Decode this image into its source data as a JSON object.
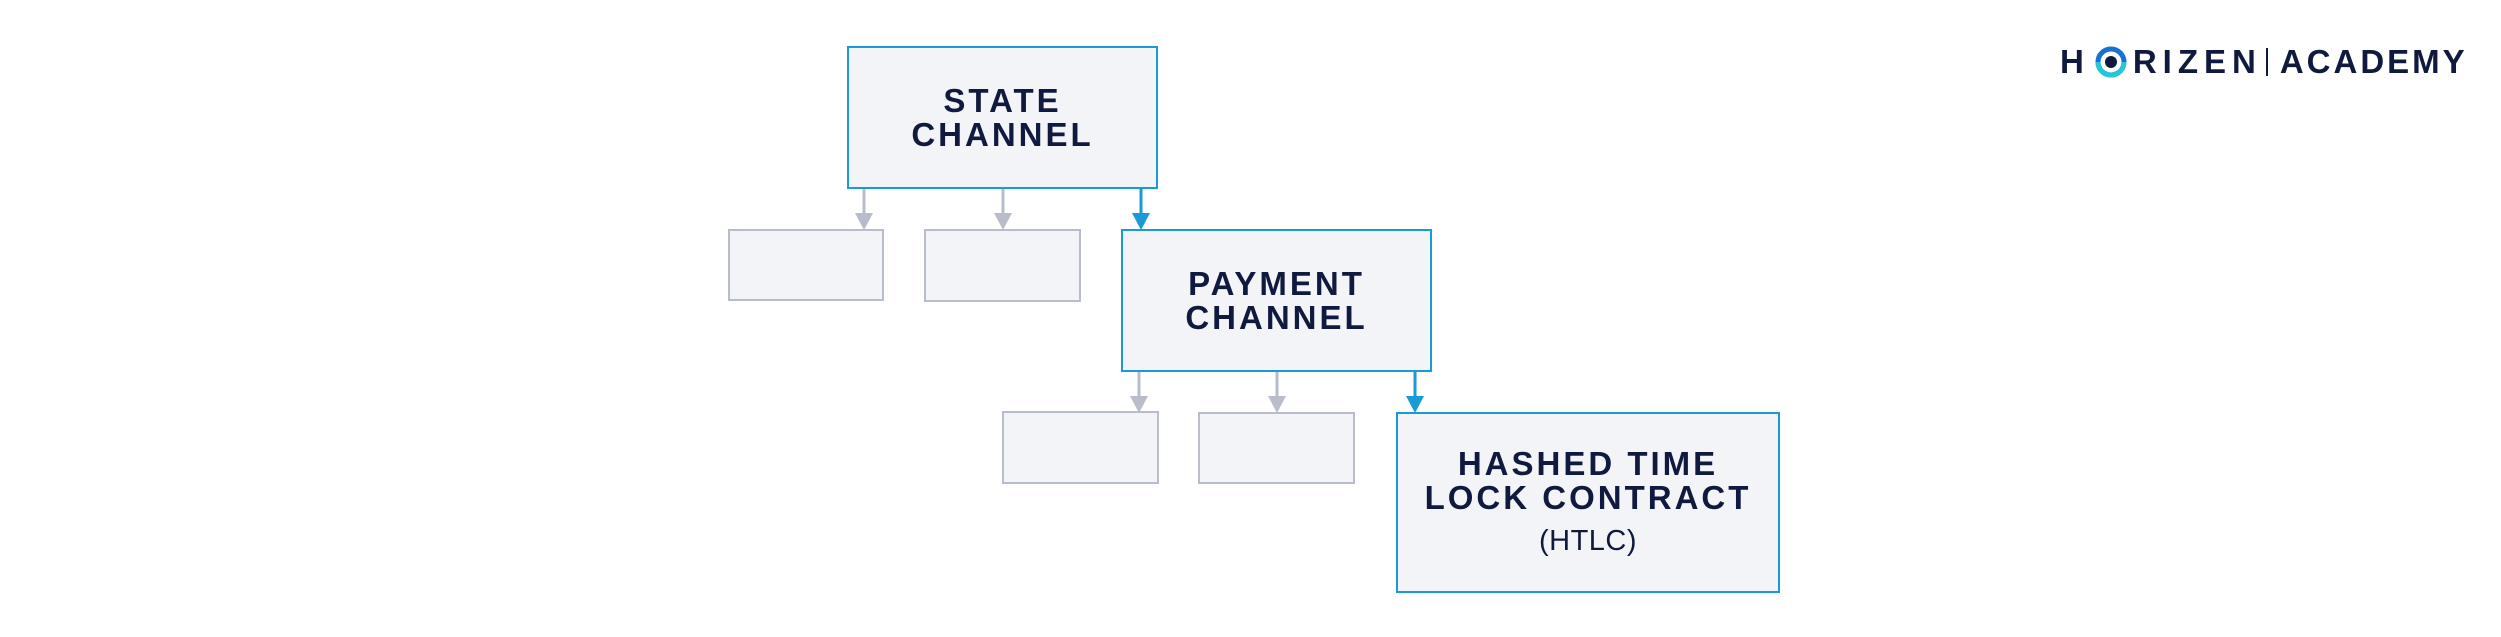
{
  "logo": {
    "brand_letter_1": "H",
    "brand_rest": "RIZEN",
    "product": "ACADEMY",
    "mark_icon": "horizen-o-mark",
    "colors": {
      "navy": "#0f1a3e",
      "teal": "#26c6d8",
      "blue": "#1a6fd6"
    }
  },
  "diagram": {
    "state_channel": {
      "line1": "STATE",
      "line2": "CHANNEL"
    },
    "payment_channel": {
      "line1": "PAYMENT",
      "line2": "CHANNEL"
    },
    "htlc": {
      "line1": "HASHED TIME",
      "line2": "LOCK CONTRACT",
      "abbrev": "(HTLC)"
    },
    "colors": {
      "highlight": "#1a9ad6",
      "muted": "#b9bccb",
      "box_fill": "#f3f4f8",
      "text": "#0f1a3e"
    }
  }
}
